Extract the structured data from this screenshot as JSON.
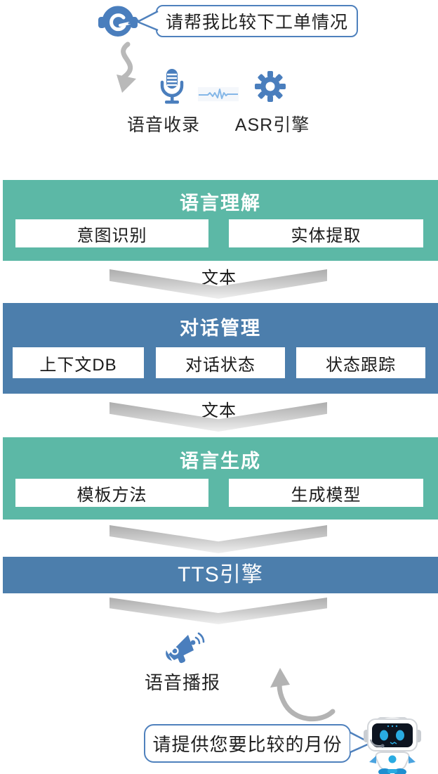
{
  "user_bubble": {
    "text": "请帮我比较下工单情况"
  },
  "input_stage": {
    "voice_capture_label": "语音收录",
    "asr_engine_label": "ASR引擎"
  },
  "blocks": [
    {
      "title": "语言理解",
      "color": "#5cb8a6",
      "items": [
        "意图识别",
        "实体提取"
      ]
    },
    {
      "title": "对话管理",
      "color": "#4c7eac",
      "items": [
        "上下文DB",
        "对话状态",
        "状态跟踪"
      ]
    },
    {
      "title": "语言生成",
      "color": "#5cb8a6",
      "items": [
        "模板方法",
        "生成模型"
      ]
    },
    {
      "title": "TTS引擎",
      "color": "#4c7eac",
      "items": []
    }
  ],
  "connectors": {
    "label_after_understanding": "文本",
    "label_after_dialog": "文本"
  },
  "output_stage": {
    "broadcast_label": "语音播报"
  },
  "bot_bubble": {
    "text": "请提供您要比较的月份"
  },
  "icons": {
    "headset": "customer-service-headset-icon",
    "microphone": "microphone-icon",
    "waveform": "audio-waveform-icon",
    "gear": "gear-icon",
    "megaphone": "megaphone-icon",
    "robot": "robot-icon"
  },
  "colors": {
    "teal_block": "#5cb8a6",
    "blue_block": "#4c7eac",
    "icon_blue": "#4a7ebd",
    "bubble_border": "#4f81bd",
    "waveform_blue": "#85b7e7",
    "arrow_gray": "#b3b3b3"
  }
}
